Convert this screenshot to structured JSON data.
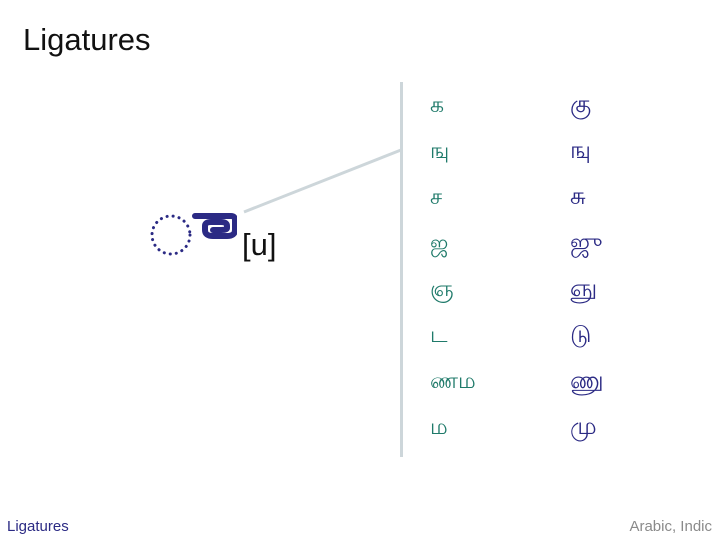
{
  "title": "Ligatures",
  "diagram": {
    "sign": "ு",
    "phonetic": "[u]"
  },
  "rows": [
    {
      "base": "க",
      "ligature": "கு"
    },
    {
      "base": "ஙு",
      "ligature": "ஙு"
    },
    {
      "base": "ச",
      "ligature": "சு"
    },
    {
      "base": "ஜ",
      "ligature": "ஜு"
    },
    {
      "base": "ஞ",
      "ligature": "ஞு"
    },
    {
      "base": "ட",
      "ligature": "டு"
    },
    {
      "base": "ணம",
      "ligature": "ணு"
    },
    {
      "base": "ம",
      "ligature": "மு"
    }
  ],
  "footer": {
    "left": "Ligatures",
    "right": "Arabic, Indic"
  },
  "colors": {
    "base_text": "#1f7a6a",
    "ligature_text": "#2b2a84",
    "divider": "#cdd6da"
  }
}
